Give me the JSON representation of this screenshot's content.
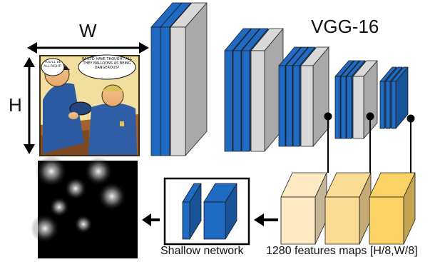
{
  "labels": {
    "width": "W",
    "height": "H",
    "network": "VGG-16",
    "shallow": "Shallow network",
    "features": "1280 features maps [H/8,W/8]"
  },
  "comic": {
    "speech_bubble": "WHO'D HAVE THOUGHT ALL THEY BALLOONS AS BEING DANGEROUS?",
    "side_caption": "YOU'LL BE ALL RIGHT!"
  },
  "colors": {
    "conv_blue": "#1f6ac2",
    "pool_gray": "#d9d9d9",
    "feature_light": "#fde9c2",
    "feature_mid": "#fcdb94",
    "feature_dark": "#fbd266"
  },
  "icons": [
    "double-arrow-horizontal",
    "double-arrow-vertical",
    "left-arrow"
  ]
}
